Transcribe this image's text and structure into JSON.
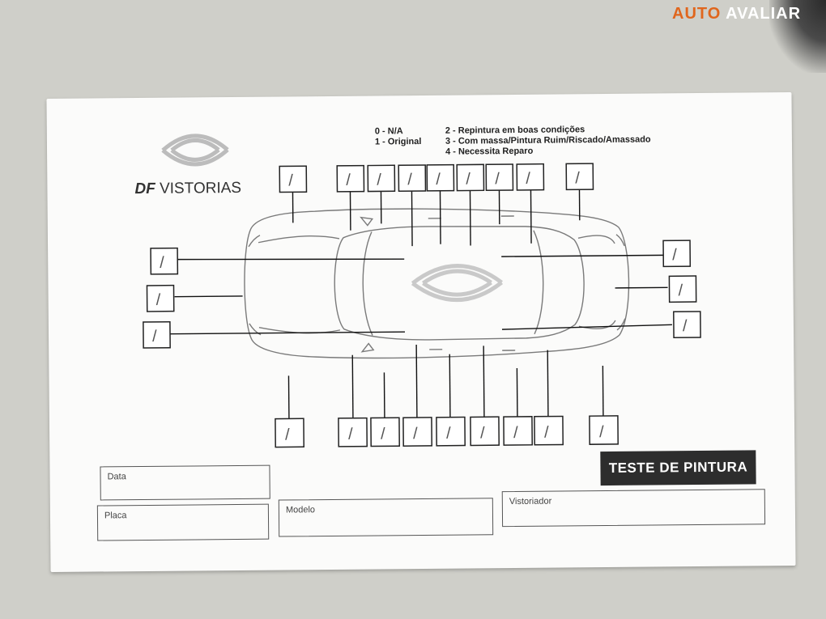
{
  "watermark": {
    "part1": "AUTO",
    "part2": "AVALIAR"
  },
  "form": {
    "brand": {
      "bold": "DF",
      "rest": "VISTORIAS"
    },
    "legend_left": [
      "0 - N/A",
      "1 - Original"
    ],
    "legend_right": [
      "2 - Repintura em boas condições",
      "3 - Com massa/Pintura Ruim/Riscado/Amassado",
      "4 - Necessita Reparo"
    ],
    "check_mark": "/",
    "title": "TESTE DE PINTURA",
    "fields": {
      "date": "Data",
      "plate": "Placa",
      "model": "Modelo",
      "inspector": "Vistoriador"
    }
  },
  "colors": {
    "brand_accent": "#e0661d",
    "title_bg": "#2d2d2d"
  }
}
